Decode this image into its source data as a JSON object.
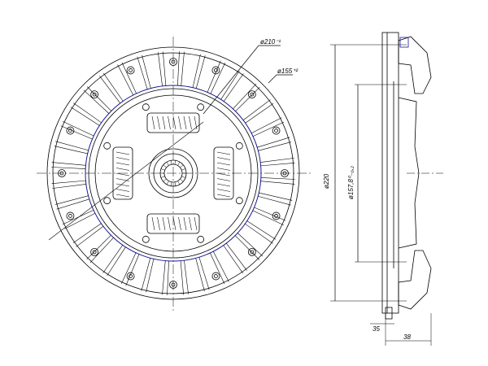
{
  "drawing": {
    "front_view": {
      "dim_outer_lining": "ø210⁻¹",
      "dim_inner_lining": "ø155⁺²"
    },
    "side_view": {
      "dim_outer_diameter": "ø220",
      "dim_spline_diameter": "ø157,8⁰₋₀,₂",
      "dim_hub_offset": "35",
      "dim_total_width": "38"
    },
    "colors": {
      "line": "#000000",
      "accent": "#1a1a9a"
    }
  }
}
